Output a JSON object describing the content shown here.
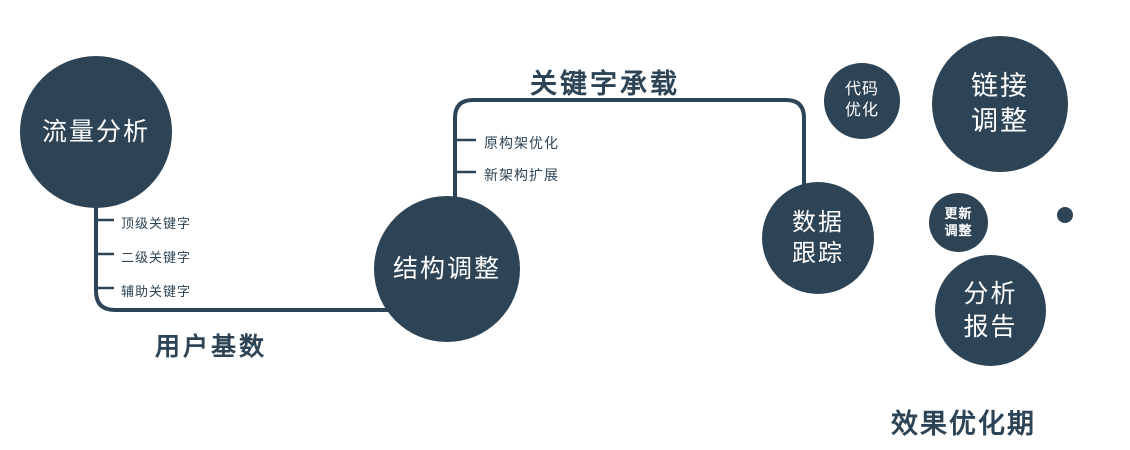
{
  "colors": {
    "primary": "#2d4456",
    "background": "#ffffff",
    "node_text": "#ffffff"
  },
  "nodes": {
    "traffic": {
      "label": "流量分析"
    },
    "structure": {
      "label": "结构调整"
    },
    "tracking": {
      "line1": "数据",
      "line2": "跟踪"
    },
    "code": {
      "line1": "代码",
      "line2": "优化"
    },
    "link": {
      "line1": "链接",
      "line2": "调整"
    },
    "update": {
      "line1": "更新",
      "line2": "调整"
    },
    "report": {
      "line1": "分析",
      "line2": "报告"
    }
  },
  "edges": {
    "user_base": "用户基数",
    "keyword_carry": "关键字承载"
  },
  "branches": {
    "left": [
      "顶级关键字",
      "二级关键字",
      "辅助关键字"
    ],
    "mid": [
      "原构架优化",
      "新架构扩展"
    ]
  },
  "footer": "效果优化期"
}
